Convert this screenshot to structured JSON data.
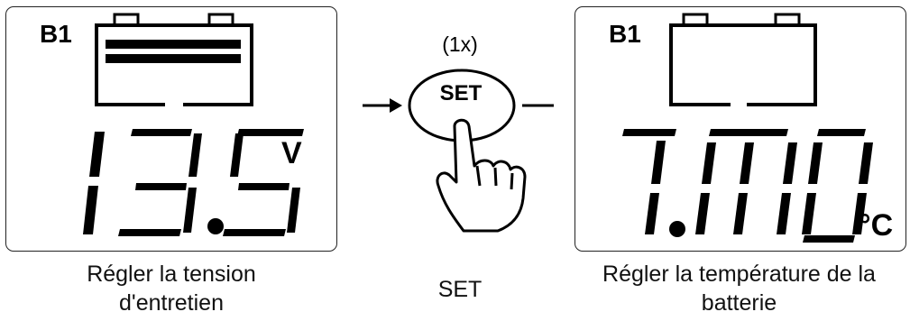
{
  "left_panel": {
    "bank_label": "B1",
    "display_value": "13.5",
    "unit": "V",
    "battery_fill": "full"
  },
  "right_panel": {
    "bank_label": "B1",
    "display_value": "T.NO",
    "unit": "°C",
    "battery_fill": "empty"
  },
  "action": {
    "step": "(1x)",
    "button_label": "SET",
    "caption": "SET"
  },
  "captions": {
    "left": "Régler la tension d'entretien",
    "right_line1": "Régler la température de la",
    "right_line2": "batterie"
  },
  "colors": {
    "ink": "#000000",
    "border": "#222222",
    "background": "#ffffff"
  }
}
